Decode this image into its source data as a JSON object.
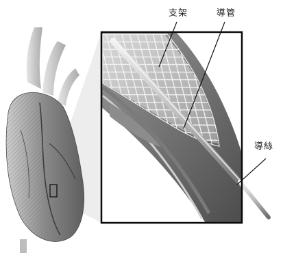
{
  "labels": {
    "stent": "支架",
    "catheter": "導管",
    "guidewire": "導絲"
  },
  "icons": {
    "heart": "heart-illustration",
    "artery": "artery-cutaway-illustration"
  },
  "colors": {
    "frame": "#0a0a0a",
    "leader": "#111111",
    "background": "#ffffff"
  }
}
